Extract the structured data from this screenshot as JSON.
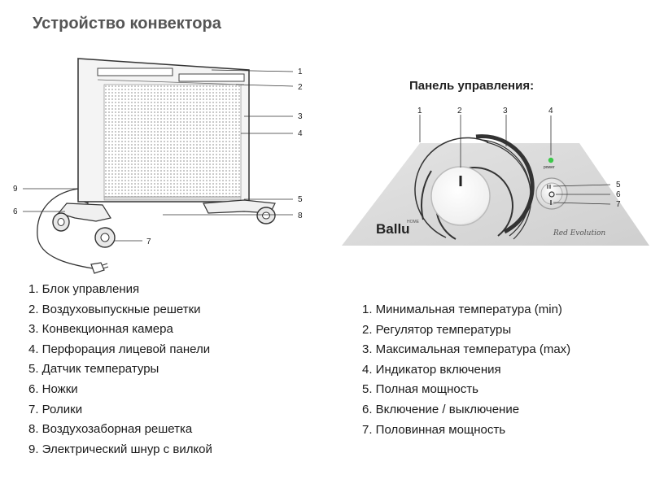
{
  "title": "Устройство конвектора",
  "panel_title": "Панель управления:",
  "heater_callouts": [
    "1",
    "2",
    "3",
    "4",
    "5",
    "6",
    "7",
    "8",
    "9"
  ],
  "panel_callouts": [
    "1",
    "2",
    "3",
    "4",
    "5",
    "6",
    "7"
  ],
  "panel": {
    "brand": "Ballu",
    "brand_superscript": "HOME",
    "model_script": "Red Evolution",
    "indicator_label": "power",
    "indicator_color": "#3cc84a"
  },
  "heater_legend": [
    "1. Блок управления",
    "2. Воздуховыпускные решетки",
    "3. Конвекционная камера",
    "4. Перфорация лицевой панели",
    "5. Датчик температуры",
    "6. Ножки",
    "7. Ролики",
    "8. Воздухозаборная решетка",
    "9. Электрический шнур с вилкой"
  ],
  "panel_legend": [
    "1. Минимальная температура (min)",
    "2. Регулятор температуры",
    "3. Максимальная температура (max)",
    "4. Индикатор включения",
    "5. Полная мощность",
    "6. Включение / выключение",
    "7. Половинная мощность"
  ]
}
